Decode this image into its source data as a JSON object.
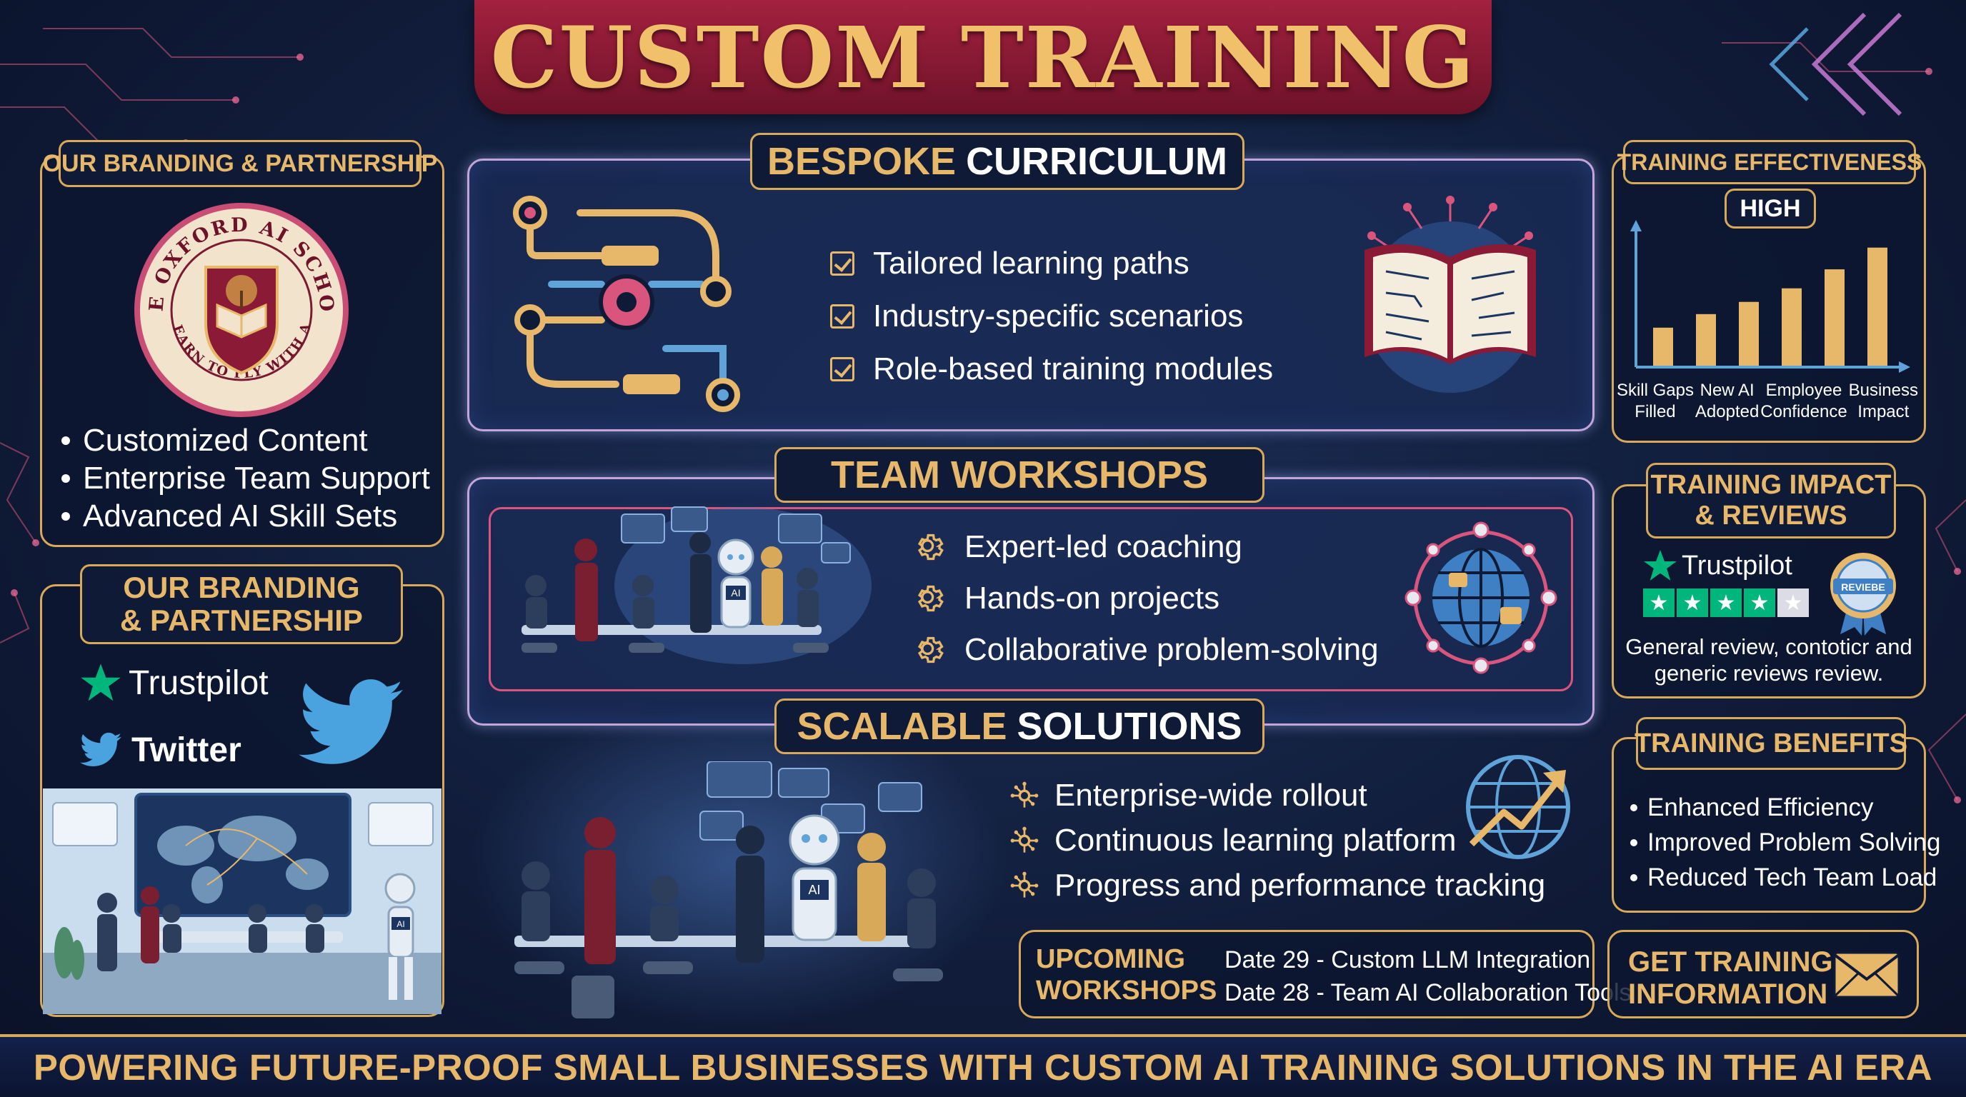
{
  "header": {
    "title": "CUSTOM TRAINING"
  },
  "left_top": {
    "tab_title": "OUR BRANDING & PARTNERSHIP",
    "logo_ring_text": "THE OXFORD AI SCHOOL",
    "logo_motto": "LEARN TO FLY WITH AI",
    "items": [
      "Customized Content",
      "Enterprise Team Support",
      "Advanced AI Skill Sets"
    ]
  },
  "left_bottom": {
    "tab_line1": "OUR BRANDING",
    "tab_line2": "& PARTNERSHIP",
    "trustpilot_label": "Trustpilot",
    "twitter_label": "Twitter",
    "robot_badge": "AI"
  },
  "bespoke": {
    "title_part1": "BESPOKE",
    "title_part2": "CURRICULUM",
    "items": [
      "Tailored learning paths",
      "Industry-specific scenarios",
      "Role-based training modules"
    ]
  },
  "workshops": {
    "title": "TEAM WORKSHOPS",
    "robot_badge": "AI",
    "items": [
      "Expert-led coaching",
      "Hands-on projects",
      "Collaborative problem-solving"
    ]
  },
  "scalable": {
    "title_part1": "SCALABLE",
    "title_part2": "SOLUTIONS",
    "robot_badge": "AI",
    "items": [
      "Enterprise-wide rollout",
      "Continuous learning platform",
      "Progress and performance tracking"
    ]
  },
  "upcoming": {
    "label_line1": "UPCOMING",
    "label_line2": "WORKSHOPS",
    "events": [
      "Date 29 - Custom LLM Integration",
      "Date 28 - Team AI Collaboration Tools"
    ]
  },
  "effectiveness": {
    "title": "TRAINING EFFECTIVENESS",
    "level_badge": "HIGH",
    "categories": [
      [
        "Skill Gaps",
        "Filled"
      ],
      [
        "New AI",
        "Adopted"
      ],
      [
        "Employee",
        "Confidence"
      ],
      [
        "Business",
        "Impact"
      ]
    ],
    "bar_levels": [
      0.28,
      0.38,
      0.47,
      0.57,
      0.71,
      0.87
    ],
    "bar_color": "#e8b86a"
  },
  "impact": {
    "title_line1": "TRAINING IMPACT",
    "title_line2": "& REVIEWS",
    "trustpilot_label": "Trustpilot",
    "stars": 5,
    "badge_text": "REVIEBE",
    "review_line1": "General review, contoticr and",
    "review_line2": "generic reviews review."
  },
  "benefits": {
    "title": "TRAINING BENEFITS",
    "items": [
      "Enhanced Efficiency",
      "Improved Problem Solving",
      "Reduced Tech Team Load"
    ]
  },
  "cta": {
    "line1": "GET TRAINING",
    "line2": "INFORMATION"
  },
  "footer": {
    "text": "POWERING FUTURE-PROOF SMALL BUSINESSES WITH CUSTOM AI TRAINING SOLUTIONS IN THE AI ERA"
  },
  "colors": {
    "gold": "#e8b86a",
    "crimson": "#8a1a35",
    "navy": "#111d3b",
    "trustpilot_green": "#00b67a",
    "twitter_blue": "#4aa3df"
  }
}
